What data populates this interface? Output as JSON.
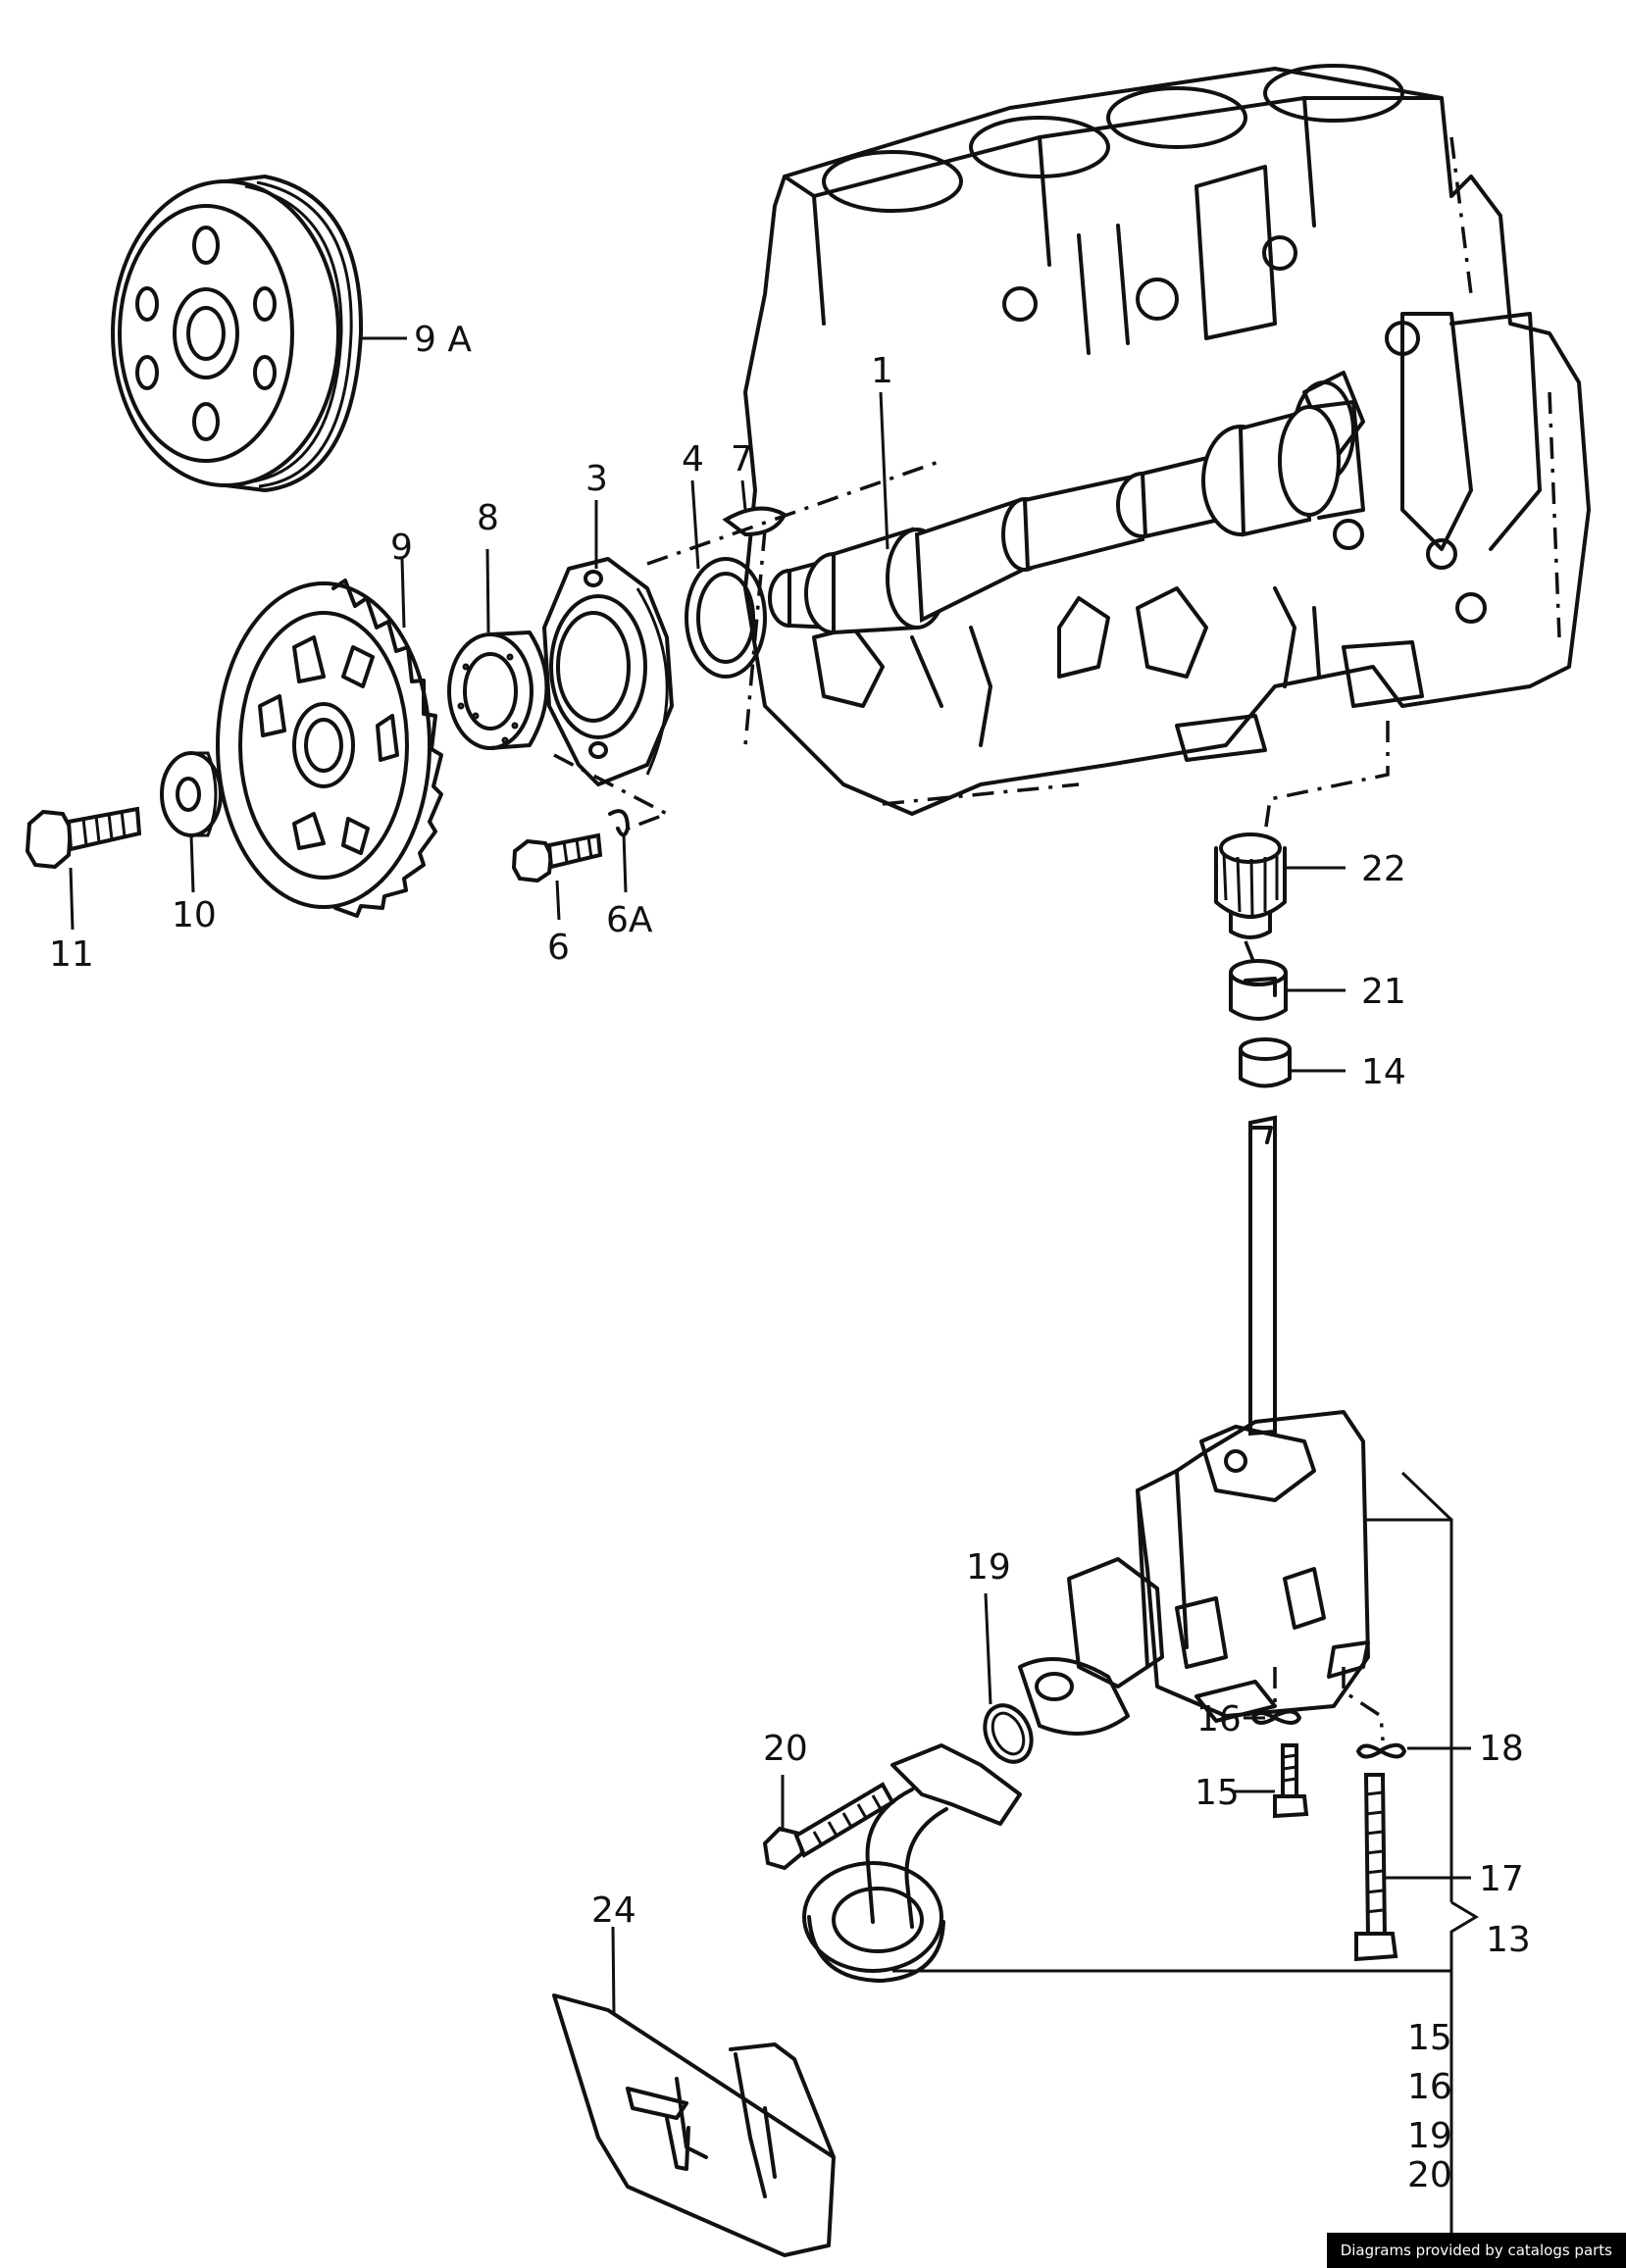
{
  "diagram": {
    "callouts": {
      "c1": "1",
      "c3": "3",
      "c4": "4",
      "c6": "6",
      "c6a": "6A",
      "c7": "7",
      "c8": "8",
      "c9": "9",
      "c9a": "9 A",
      "c10": "10",
      "c11": "11",
      "c13": "13",
      "c14": "14",
      "c15": "15",
      "c16": "16",
      "c17": "17",
      "c18": "18",
      "c19": "19",
      "c20": "20",
      "c21": "21",
      "c22": "22",
      "c24": "24"
    },
    "group_13_list": [
      "15",
      "16",
      "19",
      "20"
    ]
  },
  "footer": {
    "credit": "Diagrams provided by catalogs parts"
  },
  "colors": {
    "ink": "#111111",
    "background": "#ffffff",
    "credit_bg": "#000000"
  }
}
